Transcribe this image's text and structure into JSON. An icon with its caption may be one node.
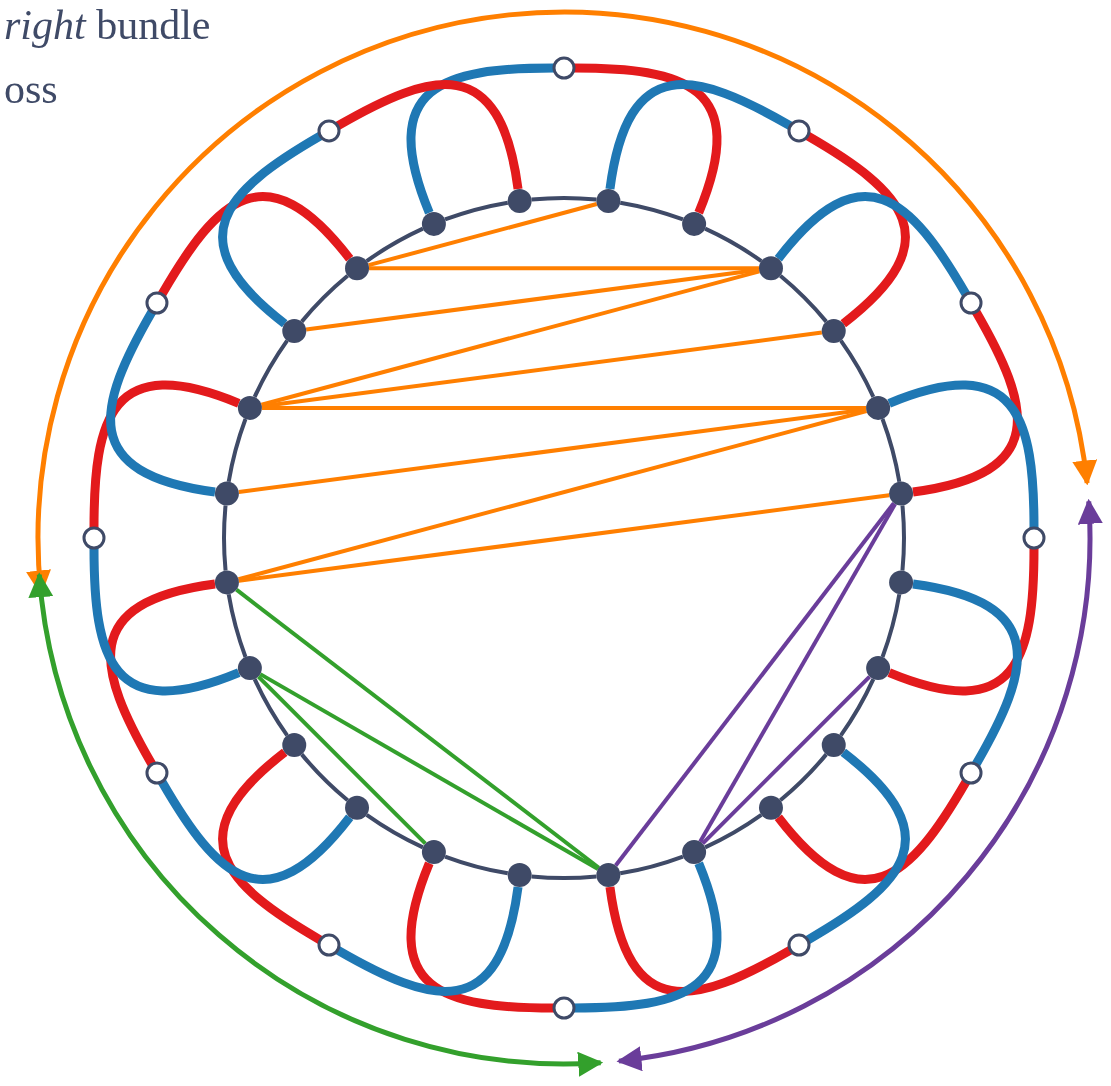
{
  "diagram": {
    "nodes": [
      {
        "text": [],
        "shape": "circle"
      },
      {
        "text": [],
        "shape": "circle"
      },
      {
        "text": [],
        "shape": "circle"
      },
      {
        "text": [],
        "shape": "circle"
      },
      {
        "text": [],
        "shape": "circle"
      },
      {
        "text": [],
        "shape": "circle"
      },
      {
        "text": [],
        "shape": "circle"
      },
      {
        "text": [],
        "shape": "circle"
      },
      {
        "text": [],
        "shape": "circle"
      },
      {
        "text": [],
        "shape": "circle"
      },
      {
        "text": [],
        "shape": "circle"
      },
      {
        "text": [],
        "shape": "circle"
      },
      {
        "text": [],
        "shape": "circle"
      },
      {
        "text": [],
        "shape": "circle"
      },
      {
        "text": [],
        "shape": "circle"
      },
      {
        "text": [],
        "shape": "circle"
      },
      {
        "text": [],
        "shape": "circle"
      },
      {
        "text": [],
        "shape": "circle"
      },
      {
        "text": [],
        "shape": "circle"
      },
      {
        "text": [],
        "shape": "circle"
      },
      {
        "text": [],
        "shape": "circle"
      },
      {
        "text": [],
        "shape": "circle"
      },
      {
        "text": [],
        "shape": "circle"
      },
      {
        "text": [],
        "shape": "circle"
      },
      {
        "text": [],
        "shape": "circle"
      },
      {
        "text": [],
        "shape": "circle"
      },
      {
        "text": [],
        "shape": "circle"
      },
      {
        "text": [],
        "shape": "circle"
      },
      {
        "text": [],
        "shape": "circle"
      },
      {
        "text": [],
        "shape": "circle"
      },
      {
        "text": [],
        "shape": "circle"
      },
      {
        "text": [],
        "shape": "circle"
      },
      {
        "text": [],
        "shape": "circle"
      },
      {
        "text": [],
        "shape": "circle"
      },
      {
        "text": [],
        "shape": "circle"
      },
      {
        "text": [],
        "shape": "circle"
      }
    ],
    "edges": [
      {
        "from": 0,
        "to": 1,
        "arrow": "none"
      },
      {
        "from": 1,
        "to": 2,
        "arrow": "none"
      },
      {
        "from": 2,
        "to": 3,
        "arrow": "none"
      },
      {
        "from": 3,
        "to": 4,
        "arrow": "none"
      },
      {
        "from": 4,
        "to": 5,
        "arrow": "none"
      },
      {
        "from": 5,
        "to": 6,
        "arrow": "none"
      },
      {
        "from": 6,
        "to": 7,
        "arrow": "none"
      },
      {
        "from": 7,
        "to": 8,
        "arrow": "none"
      },
      {
        "from": 8,
        "to": 9,
        "arrow": "none"
      },
      {
        "from": 9,
        "to": 10,
        "arrow": "none"
      },
      {
        "from": 10,
        "to": 11,
        "arrow": "none"
      },
      {
        "from": 11,
        "to": 12,
        "arrow": "none"
      },
      {
        "from": 12,
        "to": 13,
        "arrow": "none"
      },
      {
        "from": 13,
        "to": 14,
        "arrow": "none"
      },
      {
        "from": 14,
        "to": 15,
        "arrow": "none"
      },
      {
        "from": 15,
        "to": 16,
        "arrow": "none"
      },
      {
        "from": 16,
        "to": 17,
        "arrow": "none"
      },
      {
        "from": 17,
        "to": 18,
        "arrow": "none"
      },
      {
        "from": 18,
        "to": 19,
        "arrow": "none"
      },
      {
        "from": 19,
        "to": 20,
        "arrow": "none"
      },
      {
        "from": 20,
        "to": 21,
        "arrow": "none"
      },
      {
        "from": 21,
        "to": 22,
        "arrow": "none"
      },
      {
        "from": 22,
        "to": 23,
        "arrow": "none"
      },
      {
        "from": 23,
        "to": 0,
        "arrow": "none"
      },
      {
        "from": 24,
        "to": 22,
        "arrow": "none",
        "style": "thick",
        "color": "#1f78b4"
      },
      {
        "from": 24,
        "to": 1,
        "arrow": "none",
        "style": "thick",
        "color": "#e31a1c"
      },
      {
        "from": 25,
        "to": 0,
        "arrow": "none",
        "style": "thick",
        "color": "#1f78b4"
      },
      {
        "from": 25,
        "to": 3,
        "arrow": "none",
        "style": "thick",
        "color": "#e31a1c"
      },
      {
        "from": 26,
        "to": 2,
        "arrow": "none",
        "style": "thick",
        "color": "#1f78b4"
      },
      {
        "from": 26,
        "to": 5,
        "arrow": "none",
        "style": "thick",
        "color": "#e31a1c"
      },
      {
        "from": 27,
        "to": 4,
        "arrow": "none",
        "style": "thick",
        "color": "#1f78b4"
      },
      {
        "from": 27,
        "to": 7,
        "arrow": "none",
        "style": "thick",
        "color": "#e31a1c"
      },
      {
        "from": 28,
        "to": 6,
        "arrow": "none",
        "style": "thick",
        "color": "#1f78b4"
      },
      {
        "from": 28,
        "to": 9,
        "arrow": "none",
        "style": "thick",
        "color": "#e31a1c"
      },
      {
        "from": 29,
        "to": 8,
        "arrow": "none",
        "style": "thick",
        "color": "#1f78b4"
      },
      {
        "from": 29,
        "to": 11,
        "arrow": "none",
        "style": "thick",
        "color": "#e31a1c"
      },
      {
        "from": 30,
        "to": 10,
        "arrow": "none",
        "style": "thick",
        "color": "#1f78b4"
      },
      {
        "from": 30,
        "to": 13,
        "arrow": "none",
        "style": "thick",
        "color": "#e31a1c"
      },
      {
        "from": 31,
        "to": 12,
        "arrow": "none",
        "style": "thick",
        "color": "#1f78b4"
      },
      {
        "from": 31,
        "to": 15,
        "arrow": "none",
        "style": "thick",
        "color": "#e31a1c"
      },
      {
        "from": 32,
        "to": 14,
        "arrow": "none",
        "style": "thick",
        "color": "#1f78b4"
      },
      {
        "from": 32,
        "to": 17,
        "arrow": "none",
        "style": "thick",
        "color": "#e31a1c"
      },
      {
        "from": 33,
        "to": 16,
        "arrow": "none",
        "style": "thick",
        "color": "#1f78b4"
      },
      {
        "from": 33,
        "to": 19,
        "arrow": "none",
        "style": "thick",
        "color": "#e31a1c"
      },
      {
        "from": 34,
        "to": 18,
        "arrow": "none",
        "style": "thick",
        "color": "#1f78b4"
      },
      {
        "from": 34,
        "to": 21,
        "arrow": "none",
        "style": "thick",
        "color": "#e31a1c"
      },
      {
        "from": 35,
        "to": 20,
        "arrow": "none",
        "style": "thick",
        "color": "#1f78b4"
      },
      {
        "from": 35,
        "to": 23,
        "arrow": "none",
        "style": "thick",
        "color": "#e31a1c"
      },
      {
        "from": 21,
        "to": 0,
        "arrow": "none",
        "color": "#ff7f00"
      },
      {
        "from": 21,
        "to": 2,
        "arrow": "none",
        "color": "#ff7f00"
      },
      {
        "from": 20,
        "to": 2,
        "arrow": "none",
        "color": "#ff7f00"
      },
      {
        "from": 19,
        "to": 2,
        "arrow": "none",
        "color": "#ff7f00"
      },
      {
        "from": 19,
        "to": 3,
        "arrow": "none",
        "color": "#ff7f00"
      },
      {
        "from": 19,
        "to": 4,
        "arrow": "none",
        "color": "#ff7f00"
      },
      {
        "from": 18,
        "to": 4,
        "arrow": "none",
        "color": "#ff7f00"
      },
      {
        "from": 17,
        "to": 4,
        "arrow": "none",
        "color": "#ff7f00"
      },
      {
        "from": 17,
        "to": 5,
        "arrow": "none",
        "color": "#ff7f00"
      },
      {
        "from": 17,
        "to": 11,
        "arrow": "none",
        "color": "#33a02c"
      },
      {
        "from": 16,
        "to": 11,
        "arrow": "none",
        "color": "#33a02c"
      },
      {
        "from": 16,
        "to": 13,
        "arrow": "none",
        "color": "#33a02c"
      },
      {
        "from": 5,
        "to": 11,
        "arrow": "none",
        "color": "#6a3d9a"
      },
      {
        "from": 5,
        "to": 10,
        "arrow": "none",
        "color": "#6a3d9a"
      },
      {
        "from": 7,
        "to": 10,
        "arrow": "none",
        "color": "#6a3d9a"
      }
    ],
    "labels": [
      "*right* bundle",
      "oss"
    ]
  }
}
